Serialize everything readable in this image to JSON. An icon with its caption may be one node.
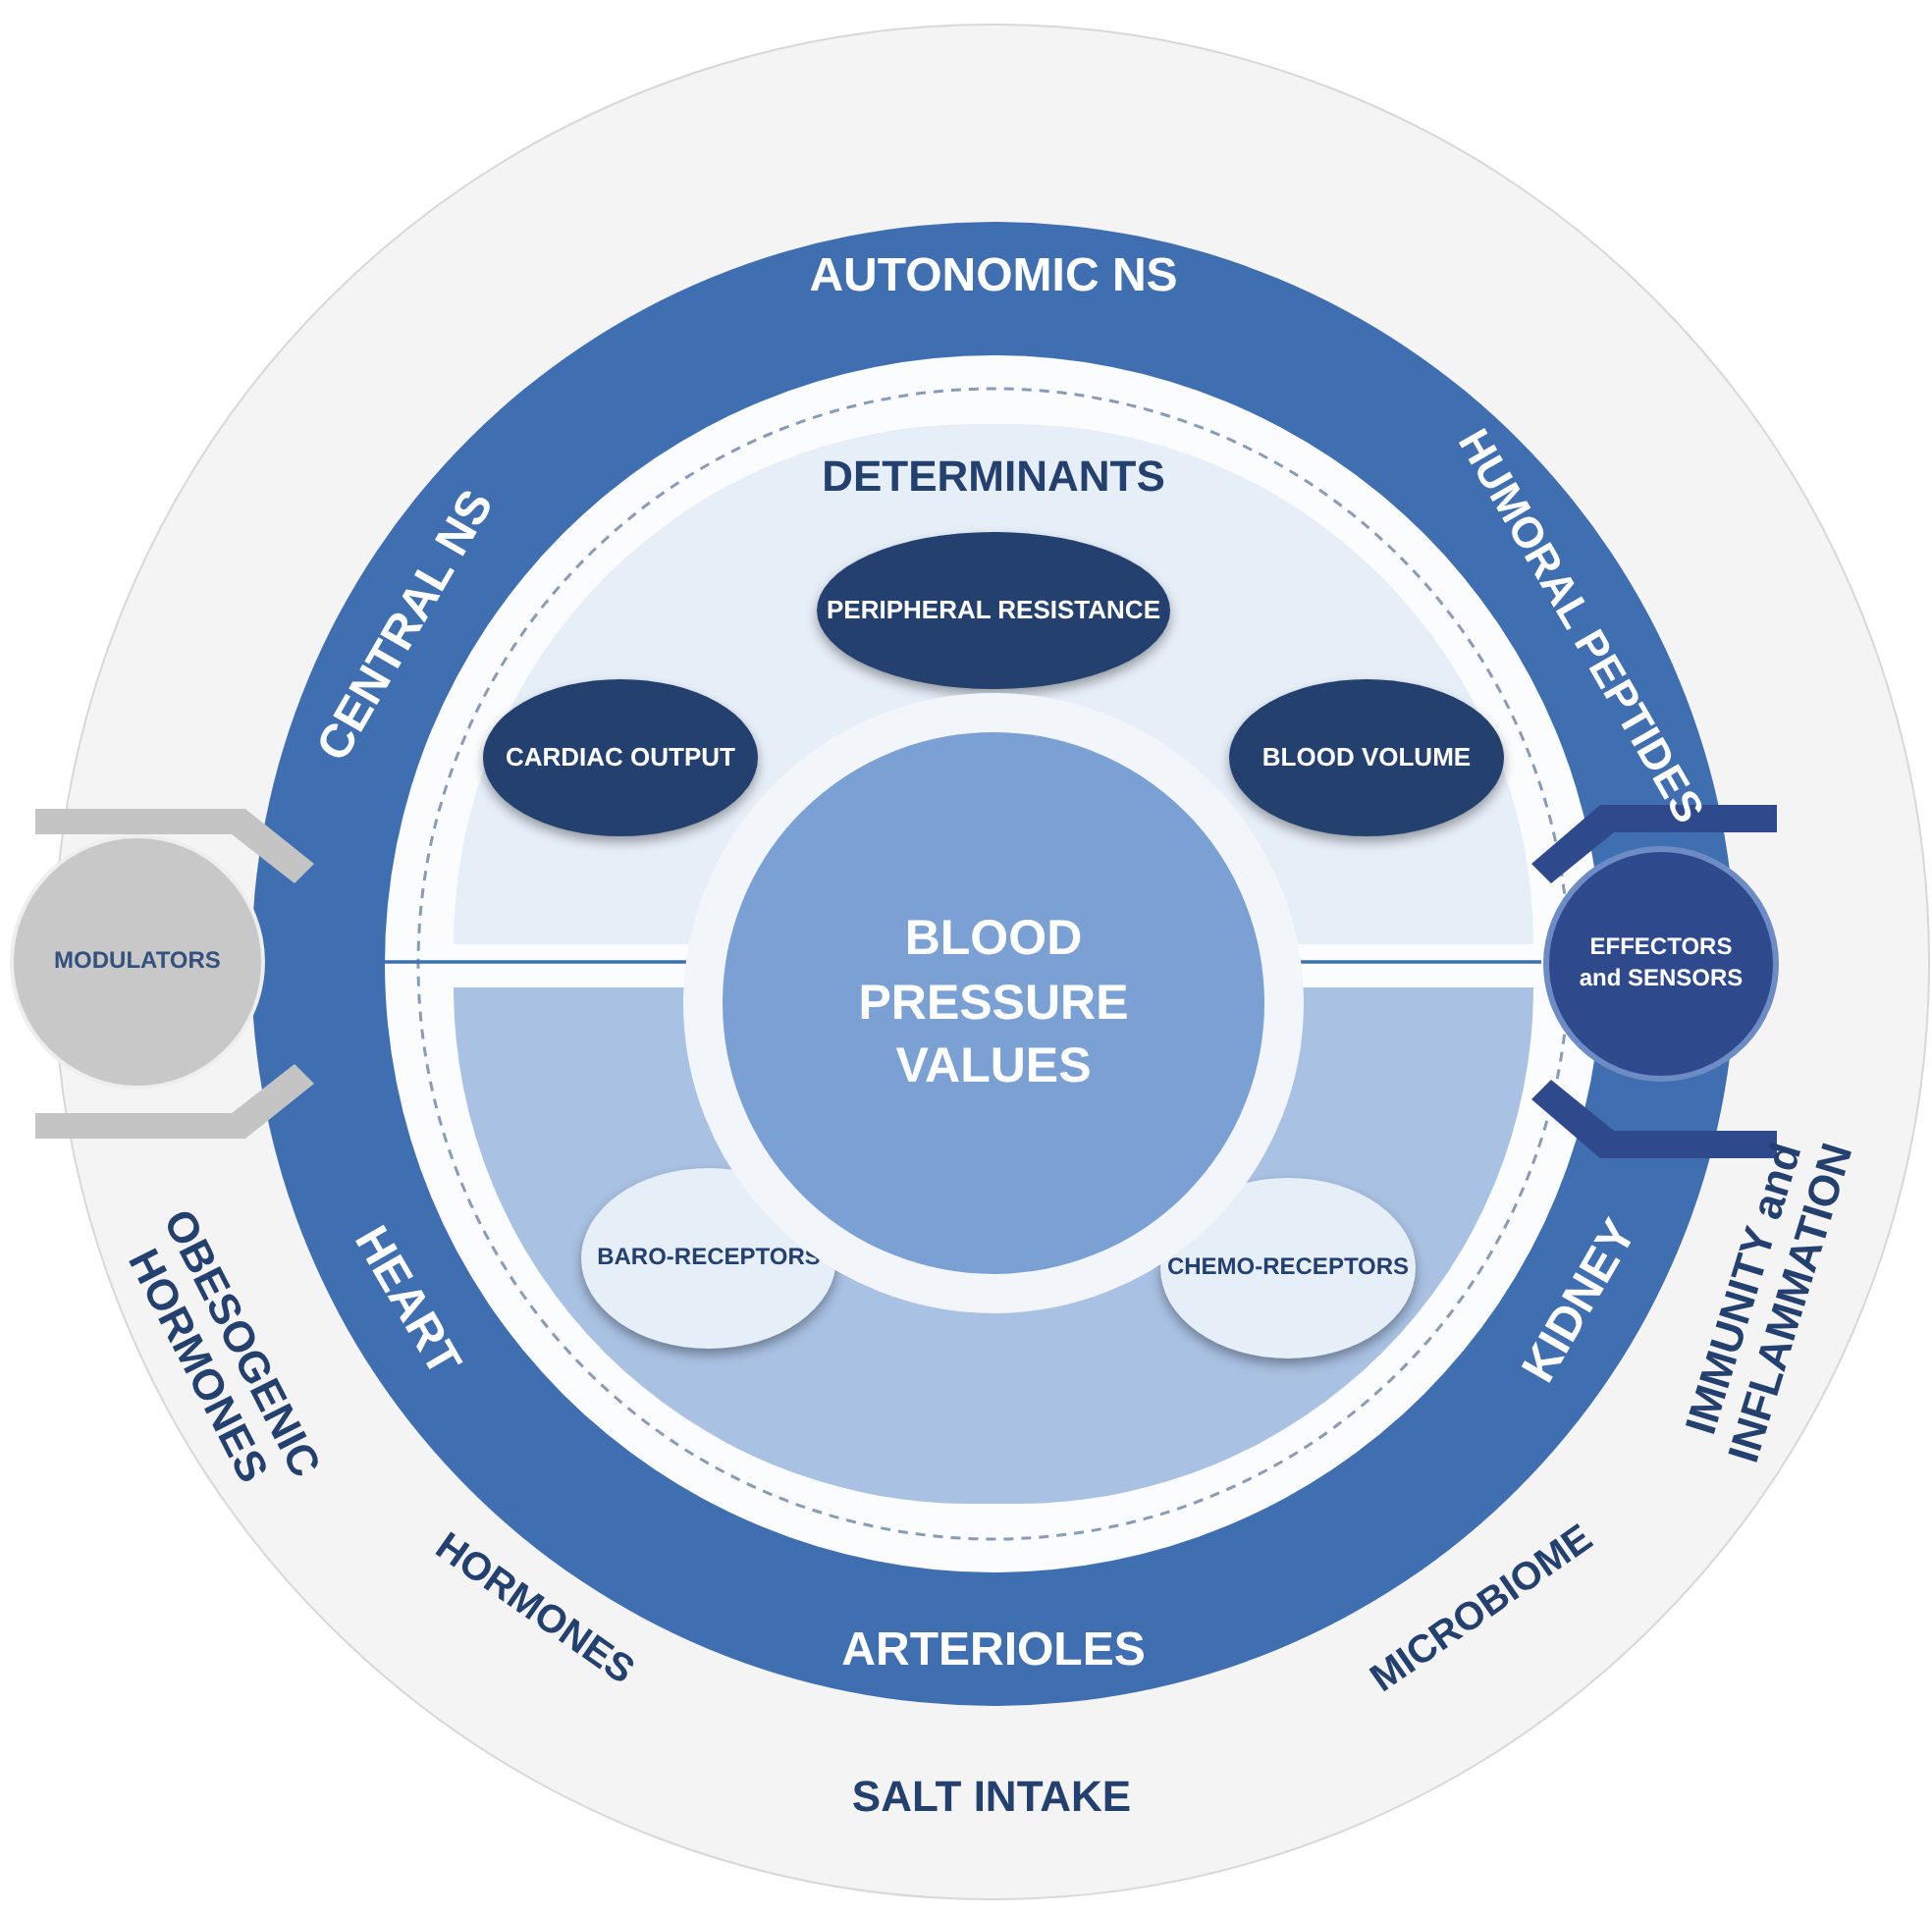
{
  "diagram": {
    "nodes": [
      {
        "text": [],
        "shape": "circle"
      },
      {
        "text": [
          "AUTONOMIC NS",
          "CENTRAL NS",
          "HUMORAL PEPTIDES",
          "HEART",
          "KIDNEY",
          "ARTERIOLES"
        ],
        "in": 0
      },
      {
        "text": [
          "DETERMINANTS"
        ],
        "in": 1
      },
      {
        "text": [
          "PERIPHERAL RESISTANCE"
        ],
        "in": 2
      },
      {
        "text": [
          "CARDIAC OUTPUT"
        ],
        "in": 2
      },
      {
        "text": [
          "BLOOD VOLUME"
        ],
        "in": 2
      },
      {
        "text": [],
        "shape": "box",
        "in": 1
      },
      {
        "text": [
          "BARO-RECEPTORS"
        ],
        "in": 6
      },
      {
        "text": [
          "CHEMO-RECEPTORS"
        ],
        "in": 6
      },
      {
        "text": [
          "BLOOD PRESSURE VALUES"
        ],
        "in": 1
      },
      {
        "text": [
          "MODULATORS"
        ]
      },
      {
        "text": [
          "EFFECTORS and SENSORS"
        ],
        "in": 0
      }
    ],
    "edges": [
      {
        "from": 10,
        "to": 9,
        "arrow": "none"
      },
      {
        "from": 9,
        "to": 11,
        "arrow": "none"
      }
    ],
    "labels": [
      "OBESOGENIC HORMONES",
      "HORMONES",
      "SALT INTAKE",
      "MICROBIOME",
      "IMMUNITY and INFLAMMATION"
    ]
  }
}
